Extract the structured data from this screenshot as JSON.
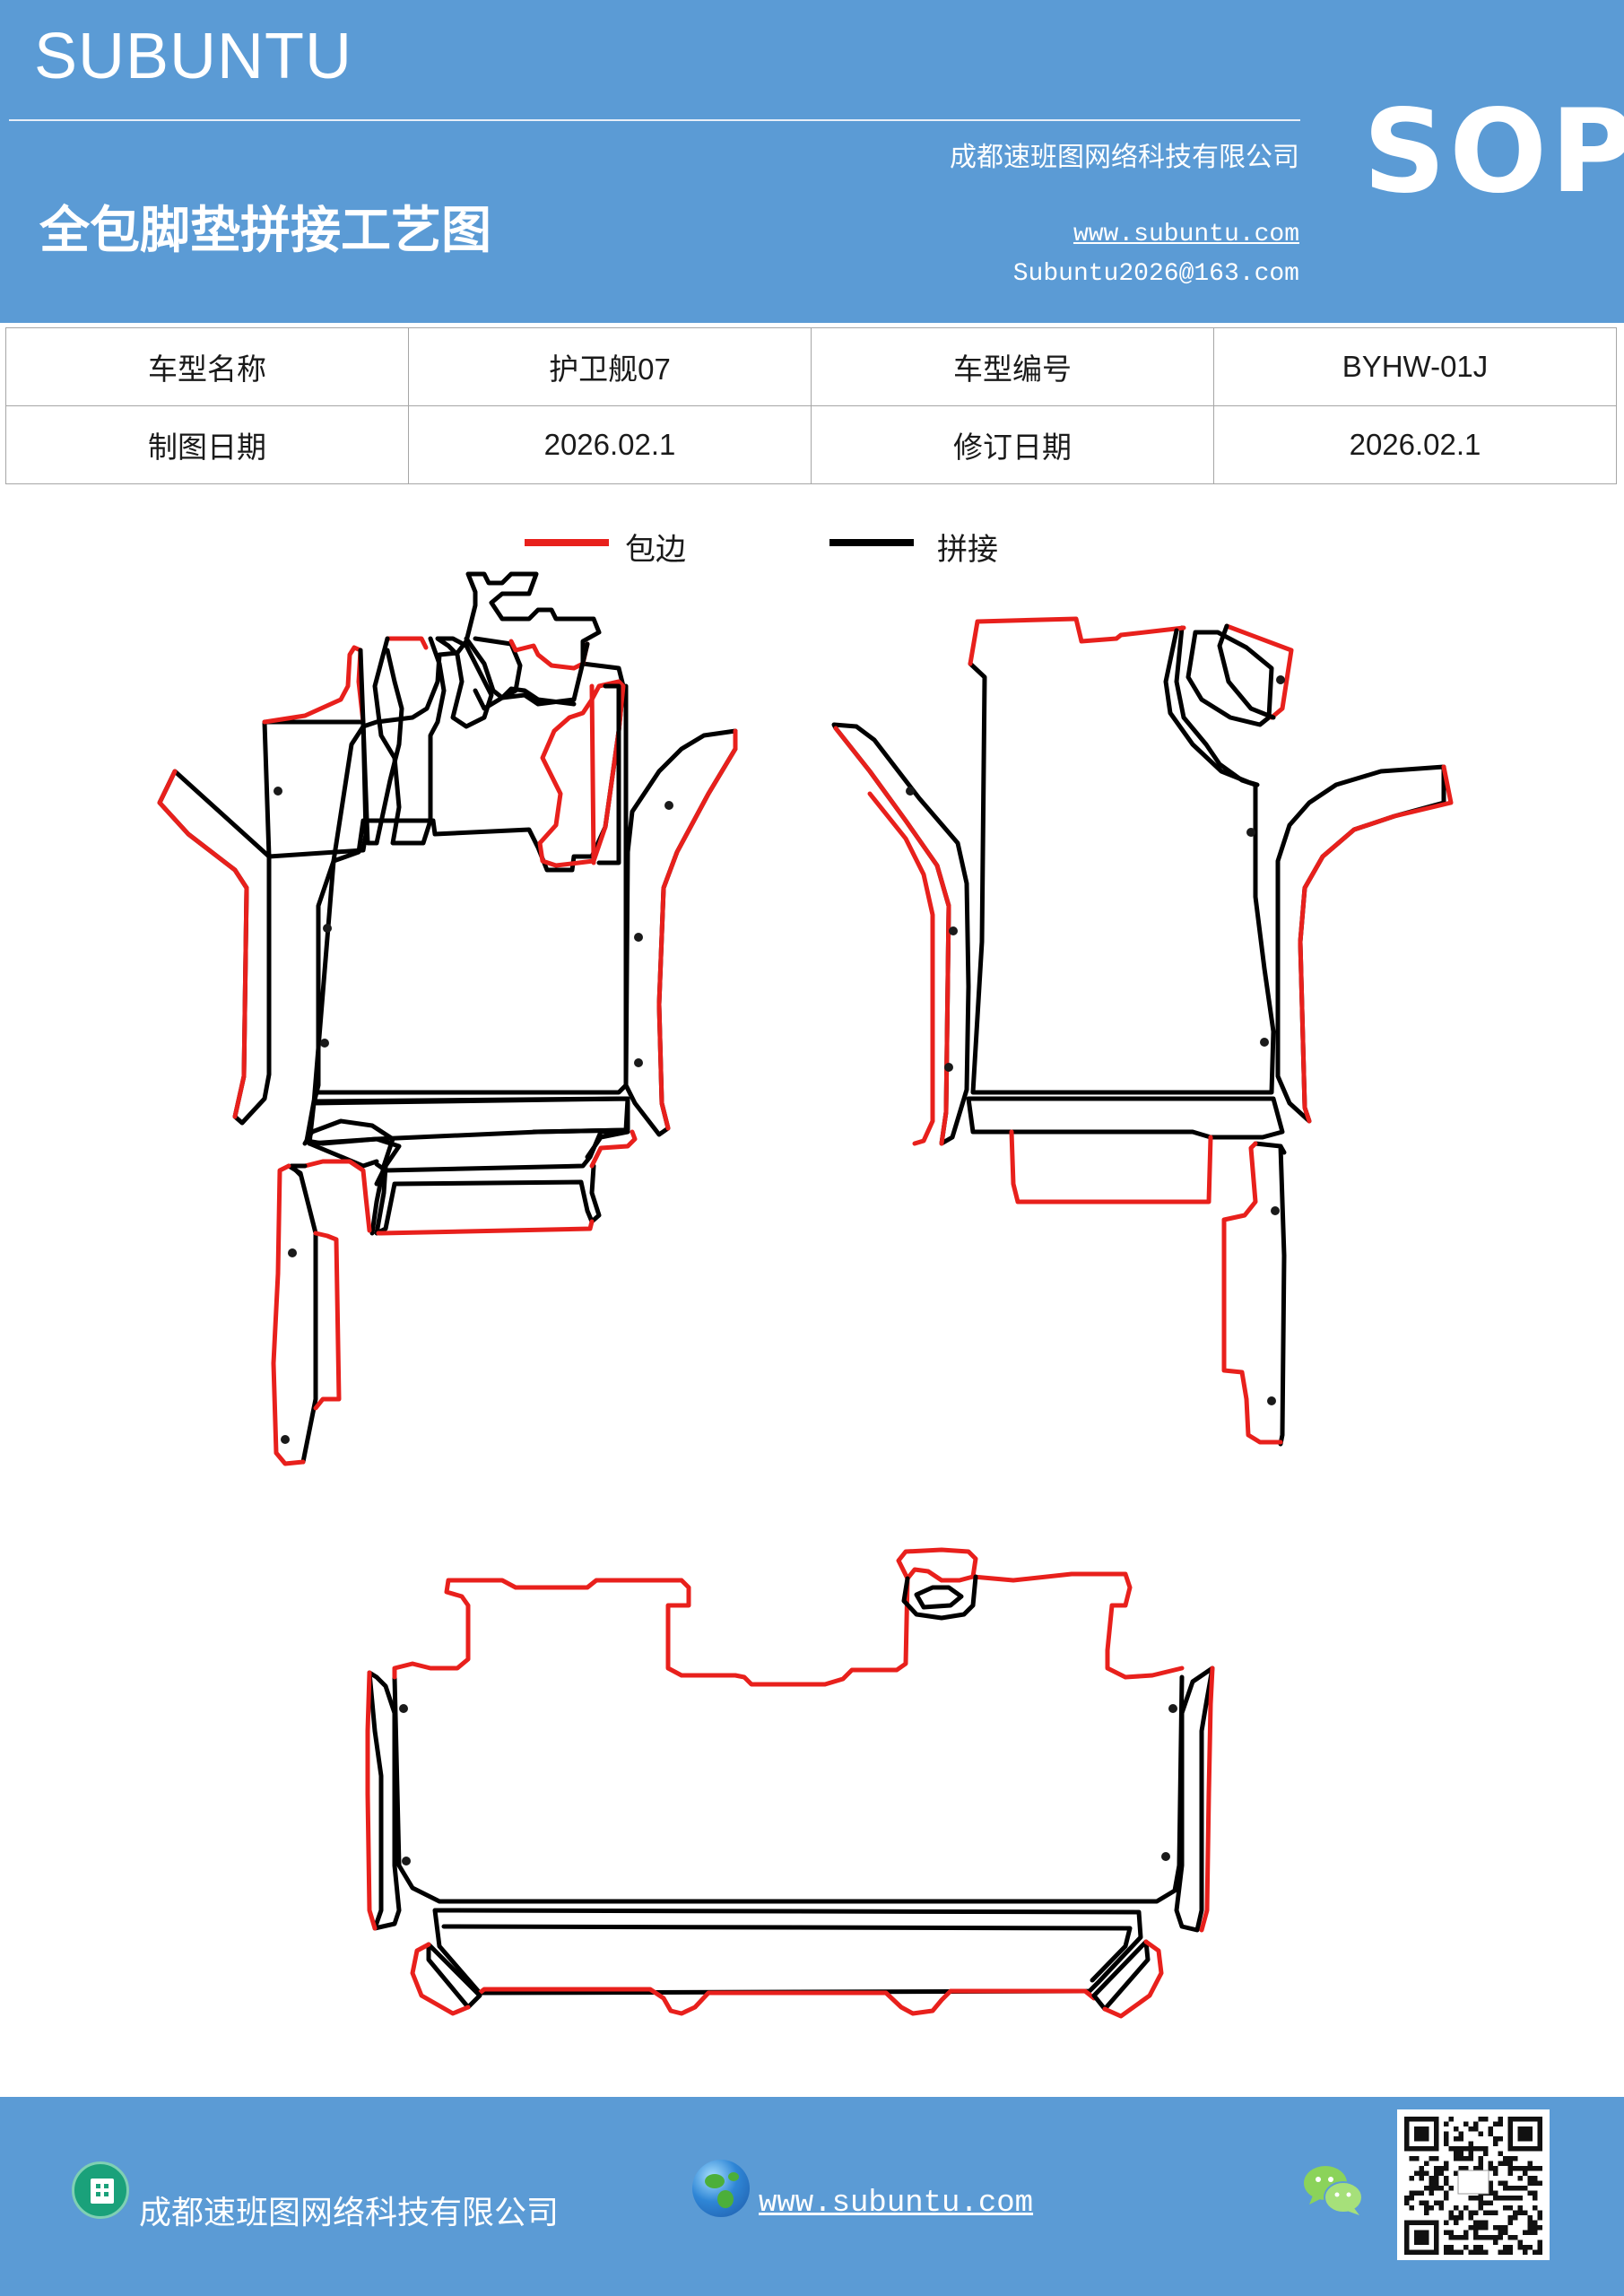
{
  "header": {
    "brand": "SUBUNTU",
    "company": "成都速班图网络科技有限公司",
    "badge": "SOP",
    "title": "全包脚垫拼接工艺图",
    "website": "www.subuntu.com",
    "email": "Subuntu2026@163.com"
  },
  "info_table": {
    "rows": [
      {
        "label1": "车型名称",
        "value1": "护卫舰07",
        "label2": "车型编号",
        "value2": "BYHW-01J"
      },
      {
        "label1": "制图日期",
        "value1": "2026.02.1",
        "label2": "修订日期",
        "value2": "2026.02.1"
      }
    ]
  },
  "legend": {
    "items": [
      {
        "label": "包边",
        "color": "#e8201c"
      },
      {
        "label": "拼接",
        "color": "#000000"
      }
    ]
  },
  "diagram": {
    "edge_color": "#e8201c",
    "seam_color": "#000000",
    "pieces": [
      "front-left-mat",
      "front-right-mat",
      "rear-mat"
    ]
  },
  "footer": {
    "company": "成都速班图网络科技有限公司",
    "website": "www.subuntu.com ",
    "icons": [
      "building-icon",
      "globe-icon",
      "wechat-icon",
      "qr-code"
    ]
  }
}
